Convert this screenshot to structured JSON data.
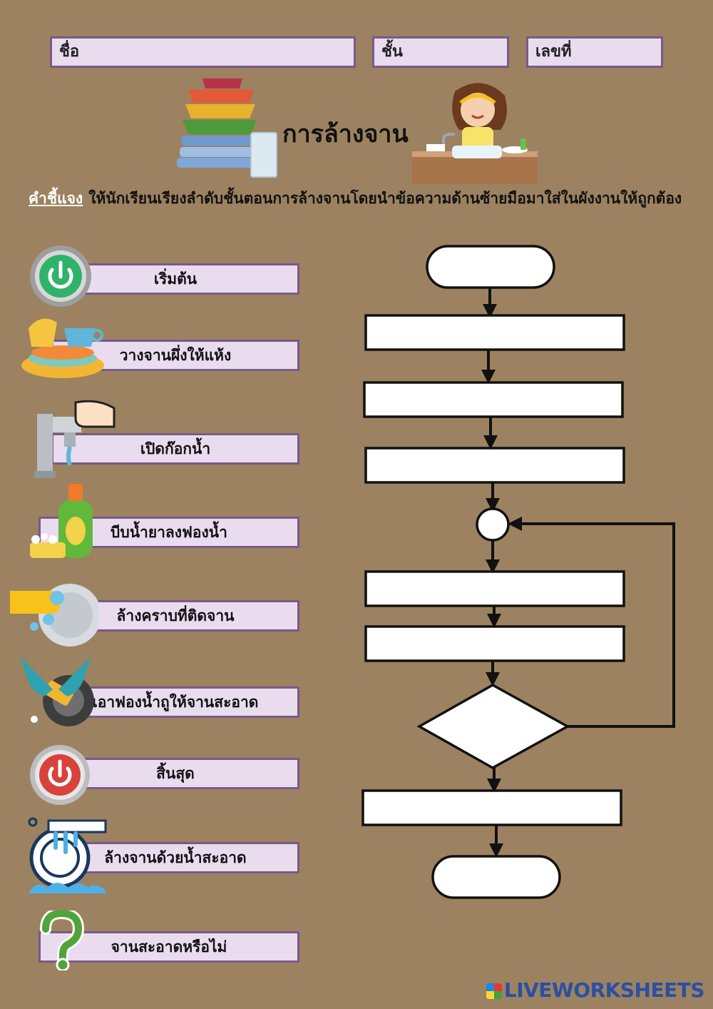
{
  "header": {
    "name_label": "ชื่อ",
    "class_label": "ชั้น",
    "number_label": "เลขที่"
  },
  "title": "การล้างจาน",
  "instruction": {
    "lead": "คำชี้แจง",
    "text": "ให้นักเรียนเรียงลำดับชั้นตอนการล้างจานโดยนำข้อความด้านซ้ายมือมาใส่ในผังงานให้ถูกต้อง"
  },
  "steps": [
    {
      "label": "เริ่มต้น",
      "icon": "power-green-icon"
    },
    {
      "label": "วางจานผึ่งให้แห้ง",
      "icon": "dish-stack-icon"
    },
    {
      "label": "เปิดก๊อกน้ำ",
      "icon": "faucet-icon"
    },
    {
      "label": "บีบน้ำยาลงฟองน้ำ",
      "icon": "dish-soap-icon"
    },
    {
      "label": "ล้างคราบที่ติดจาน",
      "icon": "glove-plate-icon"
    },
    {
      "label": "เอาฟองน้ำถูให้จานสะอาด",
      "icon": "scrub-hands-icon"
    },
    {
      "label": "สิ้นสุด",
      "icon": "power-red-icon"
    },
    {
      "label": "ล้างจานด้วยน้ำสะอาด",
      "icon": "rinse-plate-icon"
    },
    {
      "label": "จานสะอาดหรือไม่",
      "icon": "question-icon"
    }
  ],
  "brand": "LIVEWORKSHEETS",
  "colors": {
    "background": "#9c8260",
    "box_fill": "#e9dcef",
    "box_border": "#7a5a86"
  }
}
